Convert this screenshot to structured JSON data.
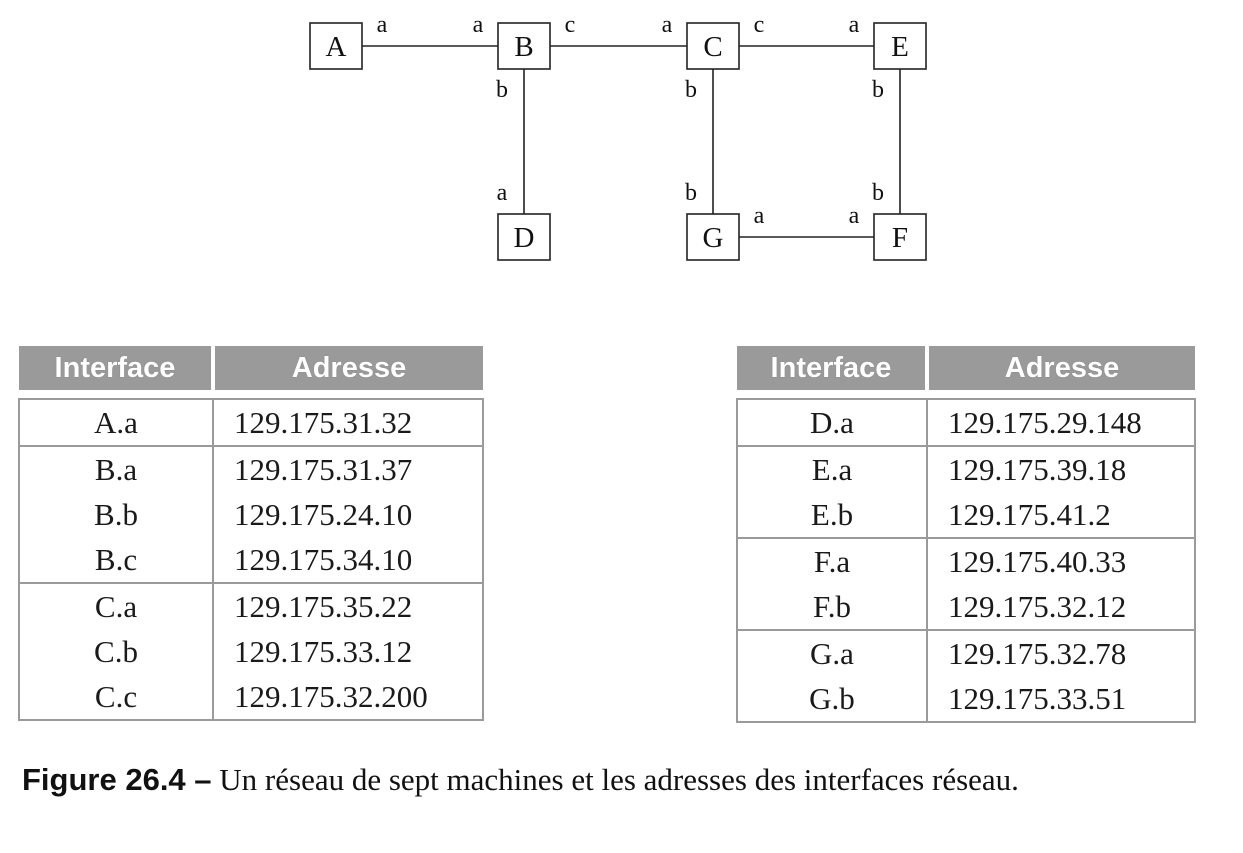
{
  "diagram": {
    "nodes": [
      {
        "id": "A",
        "label": "A"
      },
      {
        "id": "B",
        "label": "B"
      },
      {
        "id": "C",
        "label": "C"
      },
      {
        "id": "E",
        "label": "E"
      },
      {
        "id": "D",
        "label": "D"
      },
      {
        "id": "G",
        "label": "G"
      },
      {
        "id": "F",
        "label": "F"
      }
    ],
    "edges": [
      {
        "from": "A",
        "to": "B",
        "from_port": "a",
        "to_port": "a"
      },
      {
        "from": "B",
        "to": "C",
        "from_port": "c",
        "to_port": "a"
      },
      {
        "from": "C",
        "to": "E",
        "from_port": "c",
        "to_port": "a"
      },
      {
        "from": "B",
        "to": "D",
        "from_port": "b",
        "to_port": "a"
      },
      {
        "from": "C",
        "to": "G",
        "from_port": "b",
        "to_port": "b"
      },
      {
        "from": "E",
        "to": "F",
        "from_port": "b",
        "to_port": "b"
      },
      {
        "from": "G",
        "to": "F",
        "from_port": "a",
        "to_port": "a"
      }
    ]
  },
  "table_left": {
    "headers": [
      "Interface",
      "Adresse"
    ],
    "groups": [
      [
        [
          "A.a",
          "129.175.31.32"
        ]
      ],
      [
        [
          "B.a",
          "129.175.31.37"
        ],
        [
          "B.b",
          "129.175.24.10"
        ],
        [
          "B.c",
          "129.175.34.10"
        ]
      ],
      [
        [
          "C.a",
          "129.175.35.22"
        ],
        [
          "C.b",
          "129.175.33.12"
        ],
        [
          "C.c",
          "129.175.32.200"
        ]
      ]
    ]
  },
  "table_right": {
    "headers": [
      "Interface",
      "Adresse"
    ],
    "groups": [
      [
        [
          "D.a",
          "129.175.29.148"
        ]
      ],
      [
        [
          "E.a",
          "129.175.39.18"
        ],
        [
          "E.b",
          "129.175.41.2"
        ]
      ],
      [
        [
          "F.a",
          "129.175.40.33"
        ],
        [
          "F.b",
          "129.175.32.12"
        ]
      ],
      [
        [
          "G.a",
          "129.175.32.78"
        ],
        [
          "G.b",
          "129.175.33.51"
        ]
      ]
    ]
  },
  "caption": {
    "label": "Figure 26.4 –",
    "text": " Un réseau de sept machines et les adresses des interfaces réseau."
  }
}
